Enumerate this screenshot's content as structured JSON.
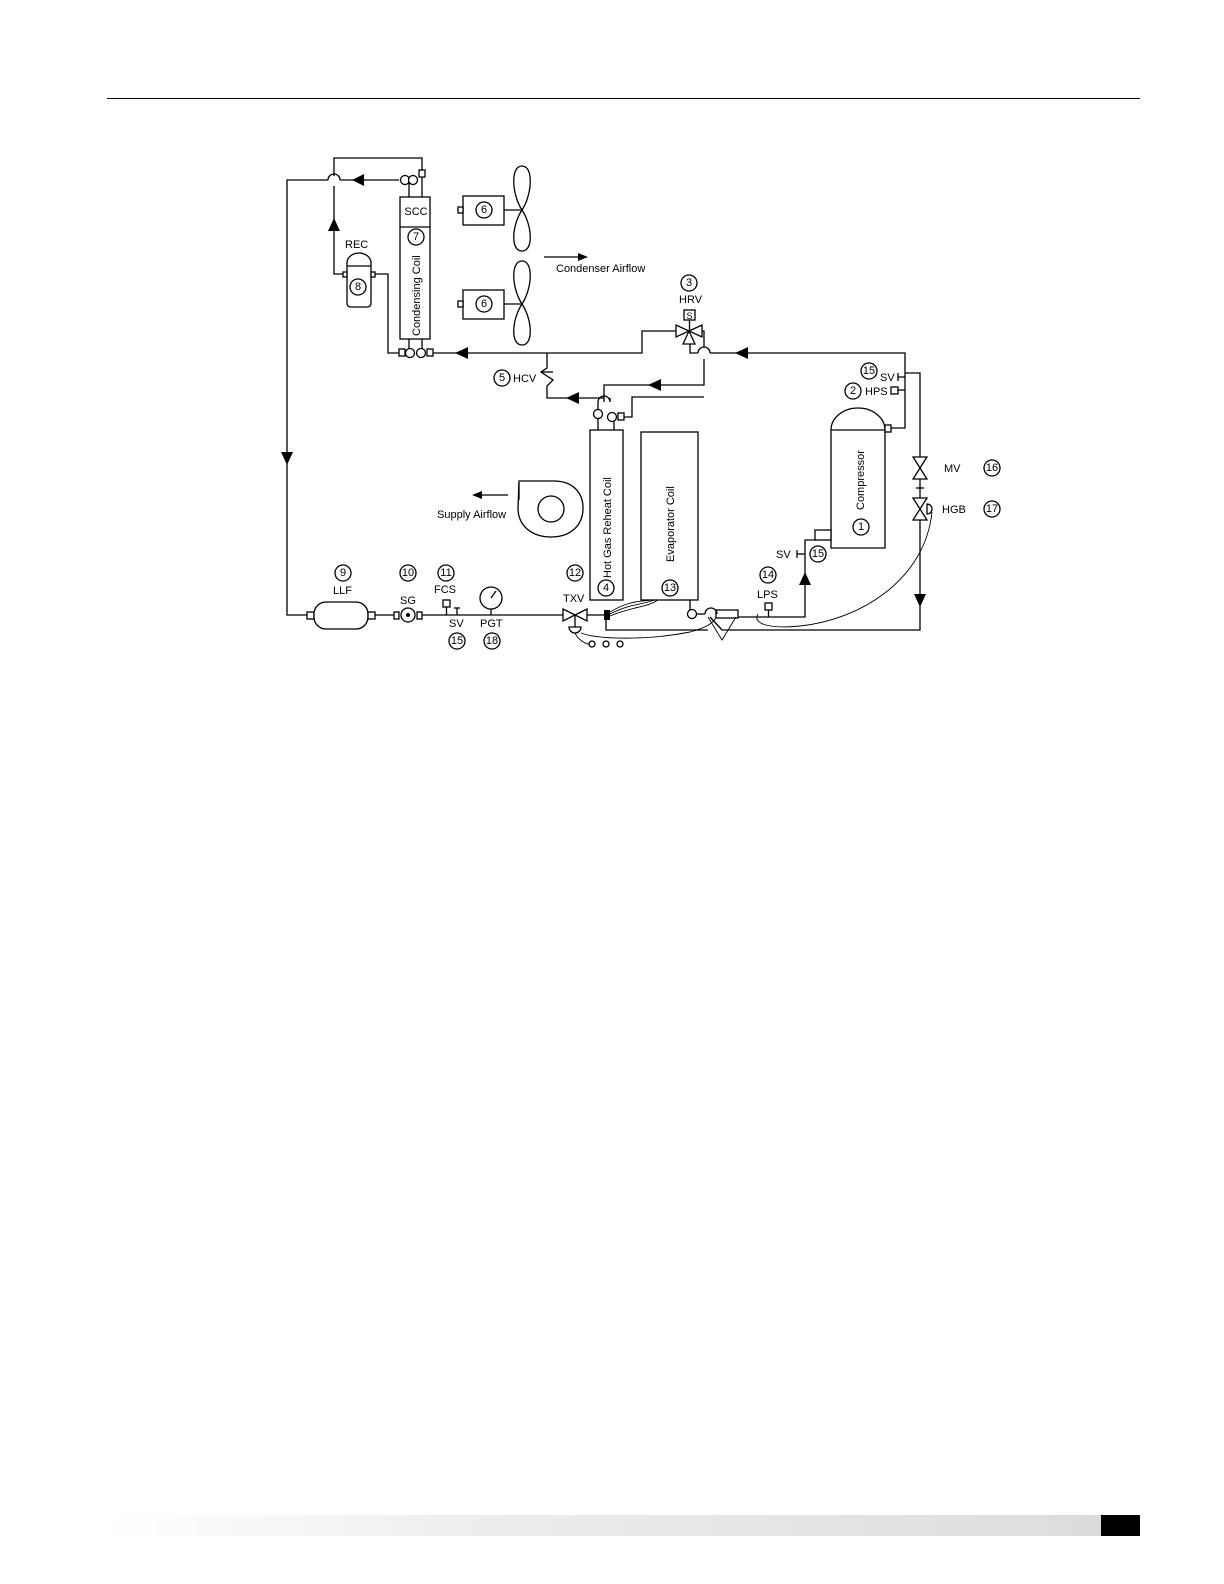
{
  "diagram": {
    "labels": {
      "scc": "SCC",
      "condensing_coil": "Condensing Coil",
      "rec": "REC",
      "condenser_airflow": "Condenser Airflow",
      "hrv": "HRV",
      "hrv_solenoid": "S",
      "hcv": "HCV",
      "sv": "SV",
      "hps": "HPS",
      "compressor": "Compressor",
      "mv": "MV",
      "hgb": "HGB",
      "supply_airflow": "Supply Airflow",
      "hot_gas_reheat_coil": "Hot Gas Reheat Coil",
      "evaporator_coil": "Evaporator Coil",
      "llf": "LLF",
      "sg": "SG",
      "fcs": "FCS",
      "pgt": "PGT",
      "txv": "TXV",
      "lps": "LPS"
    },
    "numbers": {
      "compressor": "1",
      "hps": "2",
      "hrv": "3",
      "reheat_coil": "4",
      "hcv": "5",
      "fan": "6",
      "condensing_coil": "7",
      "receiver": "8",
      "llf": "9",
      "sg": "10",
      "fcs": "11",
      "txv": "12",
      "evaporator": "13",
      "lps": "14",
      "sv": "15",
      "mv": "16",
      "hgb": "17",
      "pgt": "18"
    }
  }
}
